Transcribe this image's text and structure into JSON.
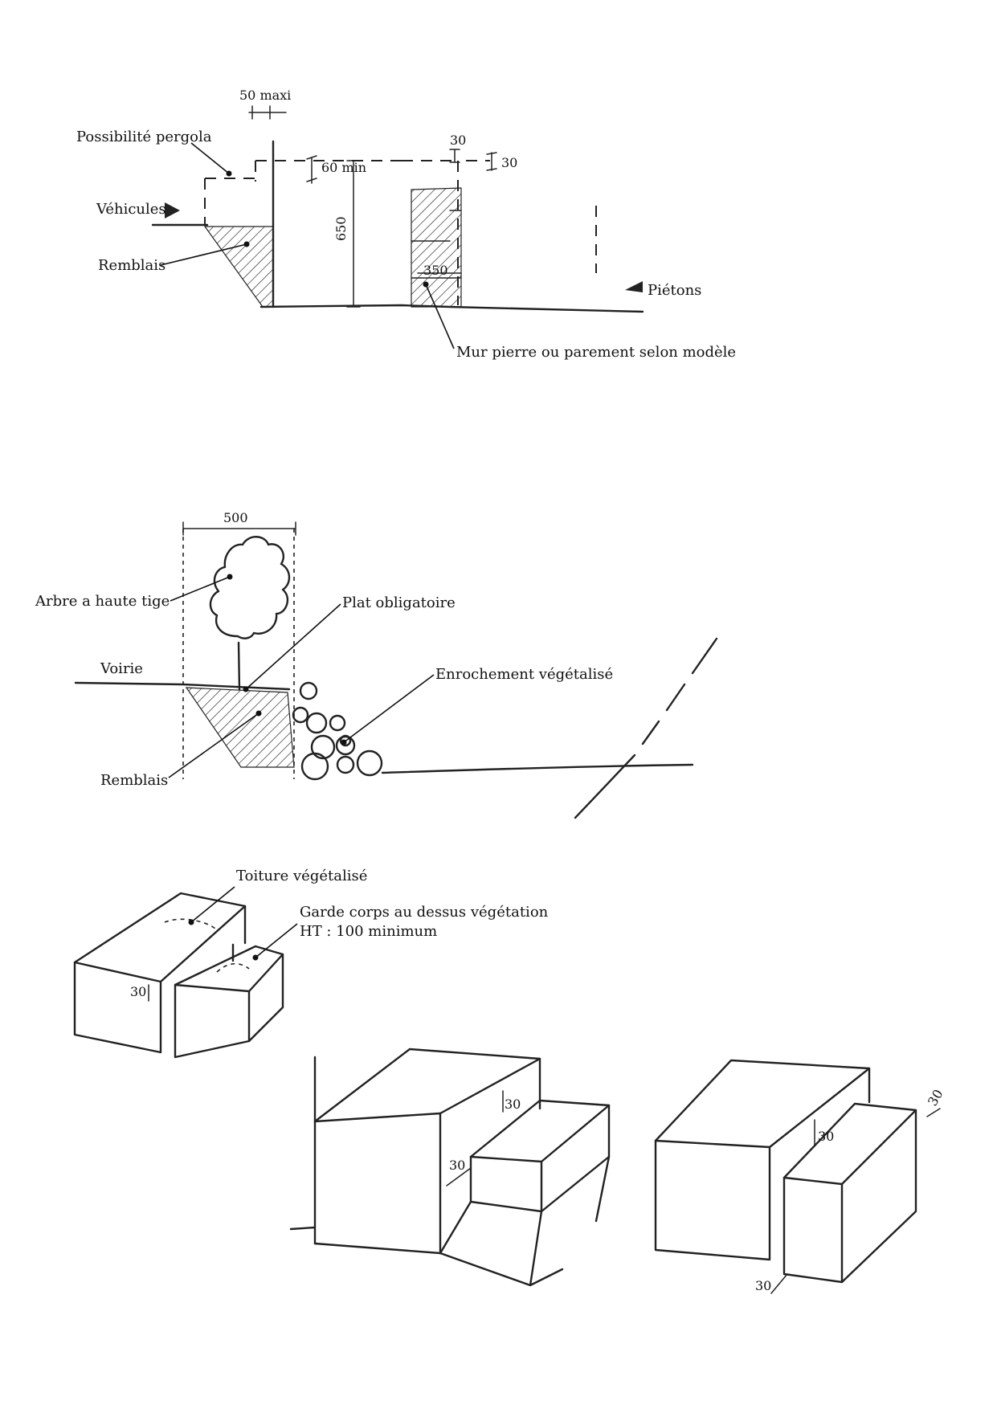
{
  "section1": {
    "labels": {
      "pergola": "Possibilité pergola",
      "vehicules": "Véhicules",
      "remblais": "Remblais",
      "pietons": "Piétons",
      "mur": "Mur pierre ou parement selon modèle"
    },
    "dims": {
      "maxi": "50 maxi",
      "min": "60 min",
      "height": "650",
      "top_a": "30",
      "top_b": "30",
      "wall": "350"
    }
  },
  "section2": {
    "labels": {
      "arbre": "Arbre a haute tige",
      "plat": "Plat obligatoire",
      "voirie": "Voirie",
      "enrochement": "Enrochement végétalisé",
      "remblais": "Remblais"
    },
    "dims": {
      "width": "500"
    }
  },
  "section3": {
    "labels": {
      "toiture": "Toiture végétalisé",
      "garde_line1": "Garde corps au dessus végétation",
      "garde_line2": "HT : 100 minimum"
    },
    "dims": {
      "small_box": "30",
      "mid_top": "30",
      "mid_side": "30",
      "right_top": "30",
      "right_corner": "30",
      "right_bottom": "30"
    }
  }
}
